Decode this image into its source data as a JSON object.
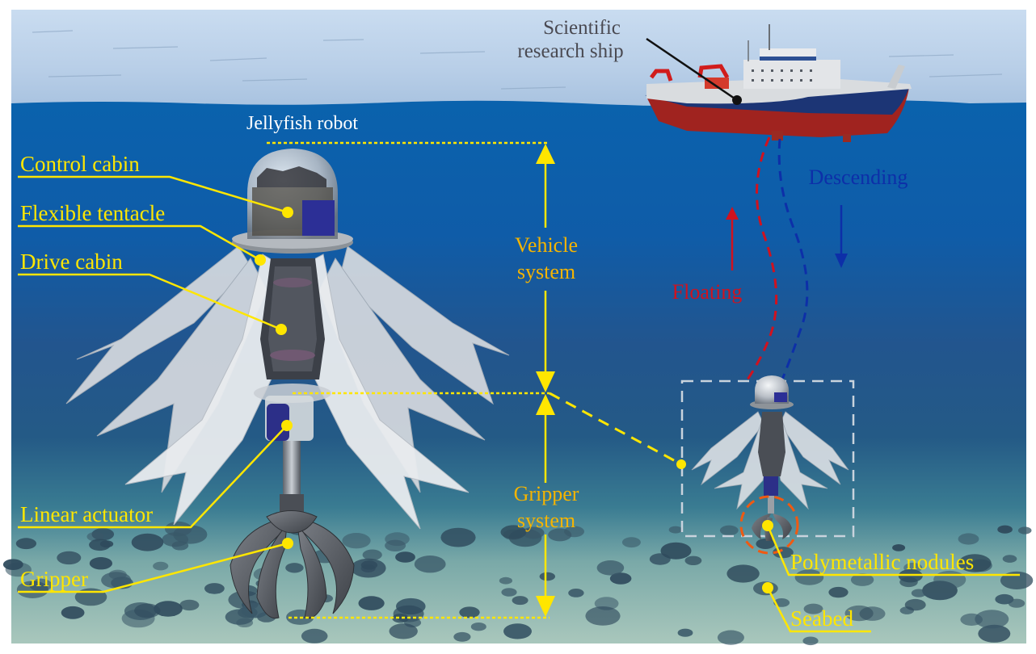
{
  "figure": {
    "robot_title": "Jellyfish robot",
    "ship_label_line1": "Scientific",
    "ship_label_line2": "research ship",
    "callouts": {
      "control_cabin": "Control cabin",
      "flexible_tentacle": "Flexible tentacle",
      "drive_cabin": "Drive cabin",
      "linear_actuator": "Linear actuator",
      "gripper": "Gripper",
      "polymetallic_nodules": "Polymetallic nodules",
      "seabed": "Seabed"
    },
    "dimensions": {
      "vehicle_line1": "Vehicle",
      "vehicle_line2": "system",
      "gripper_line1": "Gripper",
      "gripper_line2": "system"
    },
    "motion": {
      "floating": "Floating",
      "descending": "Descending"
    },
    "colors": {
      "callout_yellow": "#ffe600",
      "dimension_orange": "#f5b400",
      "floating_red": "#d0121f",
      "descending_blue": "#0d2fa8",
      "ship_label_gray": "#4a4a52",
      "sky_top": "#c4d8ee",
      "water_mid": "#0f5ea8",
      "seabed": "#9fc0b6"
    }
  }
}
